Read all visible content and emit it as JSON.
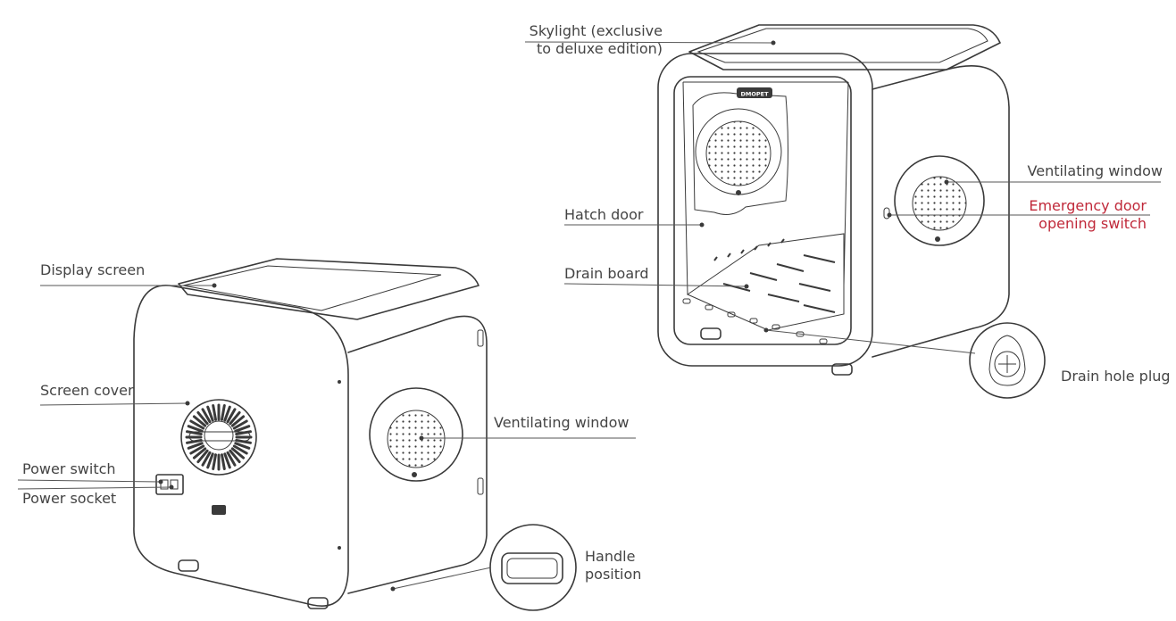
{
  "colors": {
    "label": "#444444",
    "emergency": "#c0293a",
    "line": "#3a3a3a"
  },
  "brand_badge": "DMOPET",
  "right_unit": {
    "skylight": [
      "Skylight (exclusive",
      "to deluxe edition)"
    ],
    "hatch_door": "Hatch door",
    "drain_board": "Drain board",
    "ventilating_window": "Ventilating window",
    "emergency_switch": [
      "Emergency door",
      "opening switch"
    ],
    "drain_hole_plug": "Drain hole plug"
  },
  "left_unit": {
    "display_screen": "Display screen",
    "screen_cover": "Screen cover",
    "power_switch": "Power switch",
    "power_socket": "Power socket",
    "ventilating_window": "Ventilating window",
    "handle_position": [
      "Handle",
      "position"
    ]
  }
}
